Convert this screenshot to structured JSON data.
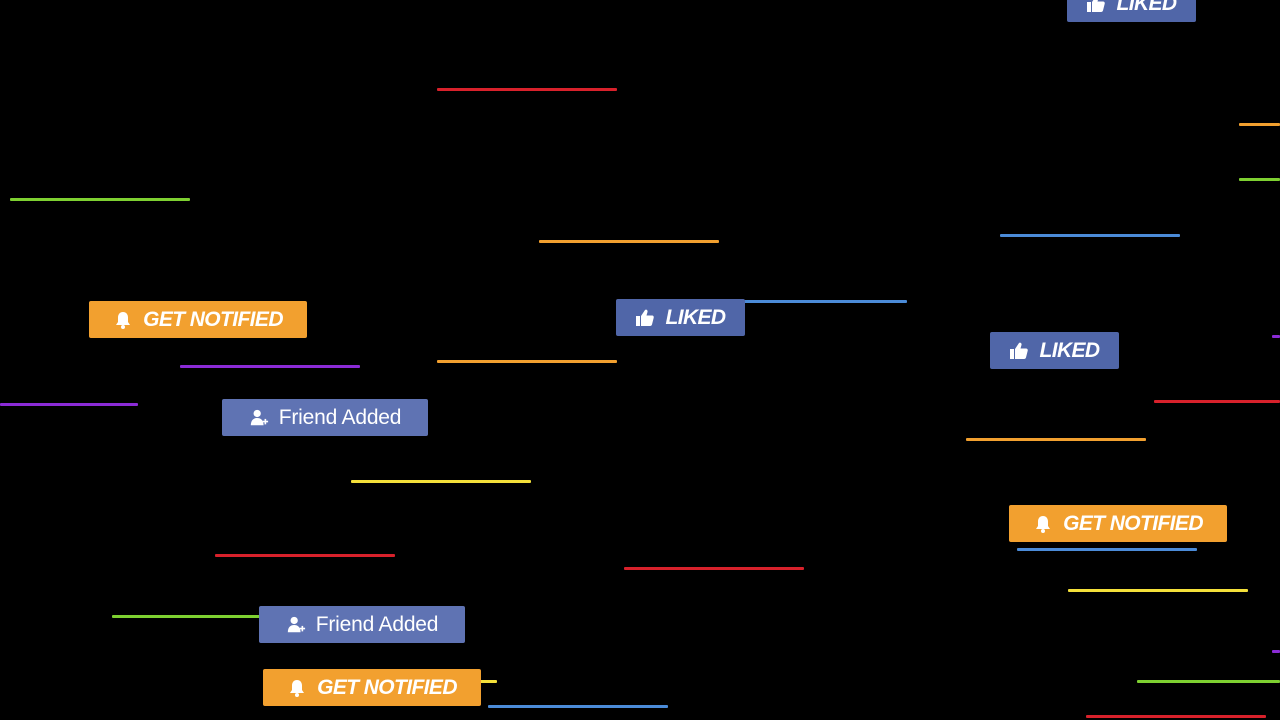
{
  "labels": {
    "liked": "LIKED",
    "get_notified": "GET NOTIFIED",
    "friend_added": "Friend Added"
  },
  "colors": {
    "background": "#000000",
    "liked_badge": "#5066a8",
    "friend_badge": "#5f73b3",
    "notify_badge": "#f2a02f",
    "red": "#d8212b",
    "green": "#7ed031",
    "orange": "#f2a02f",
    "blue": "#4b8bd8",
    "purple": "#8b2bd6",
    "yellow": "#f4e03a"
  },
  "icons": {
    "liked": "thumbs-up-icon",
    "get_notified": "bell-icon",
    "friend_added": "add-user-icon"
  }
}
